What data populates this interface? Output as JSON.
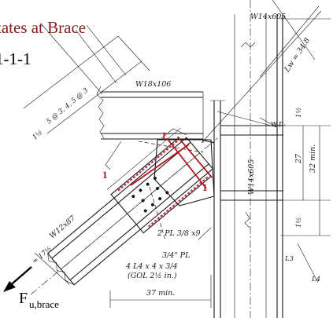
{
  "title": "tates at Brace",
  "subtitle": "1-1-1",
  "section_markers": [
    "1",
    "1",
    "1"
  ],
  "force": {
    "symbol": "F",
    "subscript": "u,brace"
  },
  "labels": {
    "column_cl": "W14x605",
    "beam": "W18x106",
    "column_side": "W14x605",
    "brace": "W12x87",
    "work_point": "w.p.",
    "gusset_plate": "2 PL 3/8 x9",
    "plate_note": "3/4\" PL",
    "angles_line1": "4 L4 x 4 x 3/4",
    "angles_line2": "(GOL 2½ in.)",
    "min_37": "37 min.",
    "min_32": "32 min.",
    "dim_27": "27",
    "dim_1half_top": "1½",
    "dim_1half_bottom": "1½",
    "dim_1half_left": "1½",
    "bolt_spacing": "5 @ 3, 4, 5 @ 3",
    "lw_dim": "Lw = 34.8",
    "l3": "L3",
    "l4": "L4",
    "approx": "≈ 17½"
  },
  "colors": {
    "title": "#8b1a1a",
    "marker": "#b0141c",
    "weld": "#c0304a"
  }
}
